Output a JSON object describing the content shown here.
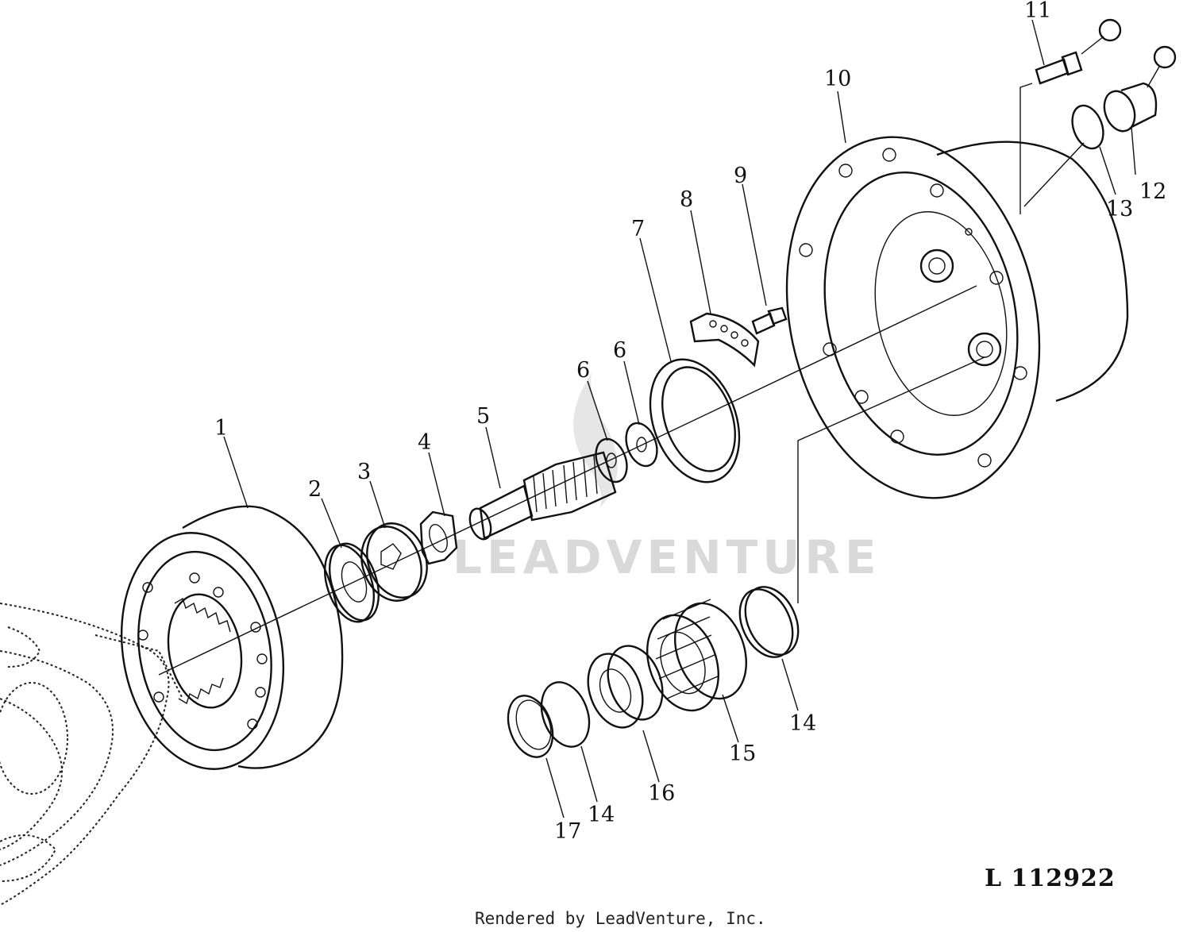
{
  "callouts": [
    "1",
    "2",
    "3",
    "4",
    "5",
    "6",
    "6",
    "7",
    "8",
    "9",
    "10",
    "11",
    "12",
    "13",
    "14",
    "14",
    "15",
    "16",
    "17"
  ],
  "figure_number": "L 112922",
  "footer": "Rendered by LeadVenture, Inc.",
  "watermark": "LEADVENTURE",
  "colors": {
    "ink": "#111111",
    "watermark": "#d9d9d9"
  }
}
